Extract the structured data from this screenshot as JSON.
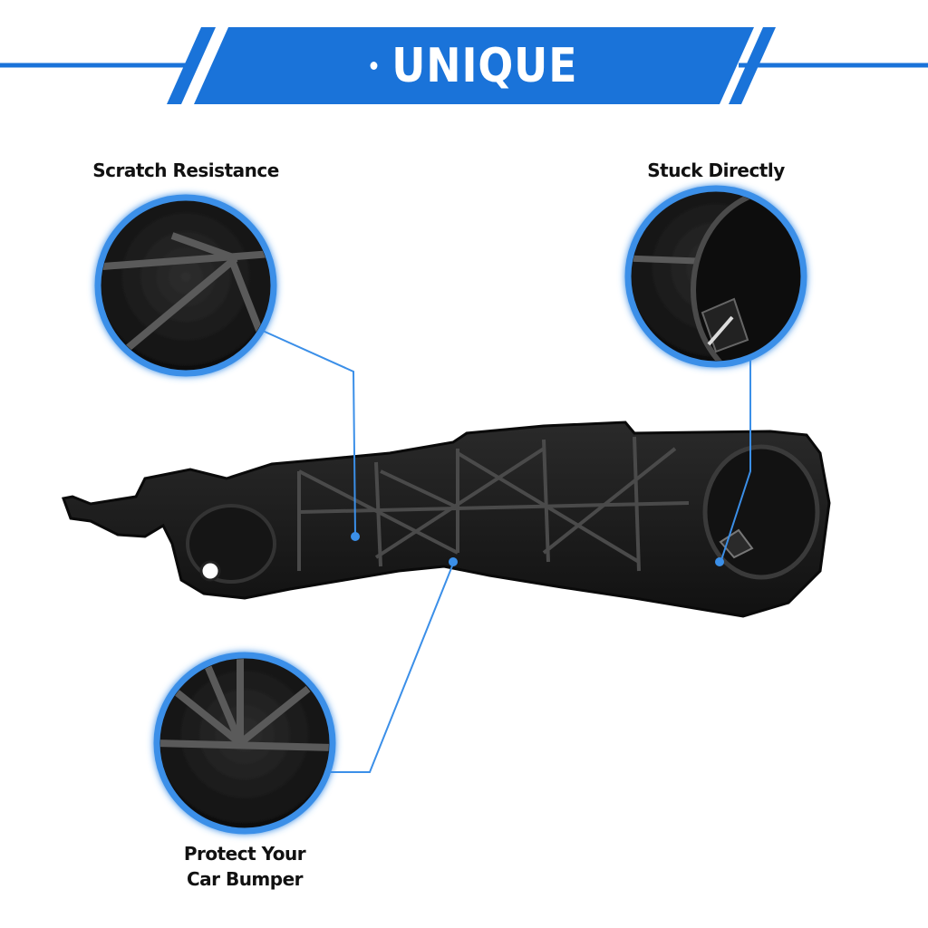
{
  "banner": {
    "title": "UNIQUE BENEFITS"
  },
  "callouts": {
    "scratch": "Scratch Resistance",
    "stuck": "Stuck Directly",
    "protect_line1": "Protect Your",
    "protect_line2": "Car Bumper"
  },
  "colors": {
    "accent": "#1a73d9",
    "part": "#1c1c1c",
    "lens_ring": "#3b8fe8",
    "lens_bg": "#151515",
    "text": "#111111"
  }
}
